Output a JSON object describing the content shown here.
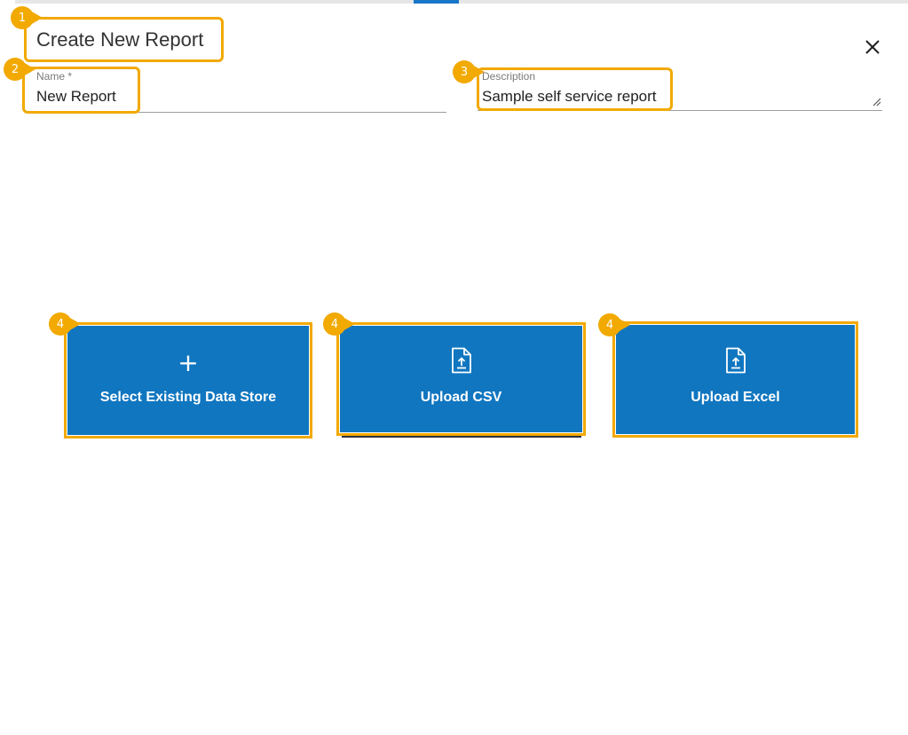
{
  "dialog": {
    "title": "Create New Report",
    "close_icon": "close-icon"
  },
  "form": {
    "name": {
      "label": "Name *",
      "value": "New Report"
    },
    "description": {
      "label": "Description",
      "value": "Sample self service report"
    }
  },
  "cards": [
    {
      "label": "Select Existing Data Store",
      "icon": "plus-icon",
      "glyph": "+"
    },
    {
      "label": "Upload CSV",
      "icon": "file-upload-icon"
    },
    {
      "label": "Upload Excel",
      "icon": "file-upload-icon"
    }
  ],
  "annotations": {
    "title": "1",
    "name": "2",
    "description": "3",
    "card_1": "4",
    "card_2": "4",
    "card_3": "4"
  },
  "colors": {
    "card_background": "#1076c0",
    "highlight": "#f2a900",
    "accent": "#1976c8"
  }
}
